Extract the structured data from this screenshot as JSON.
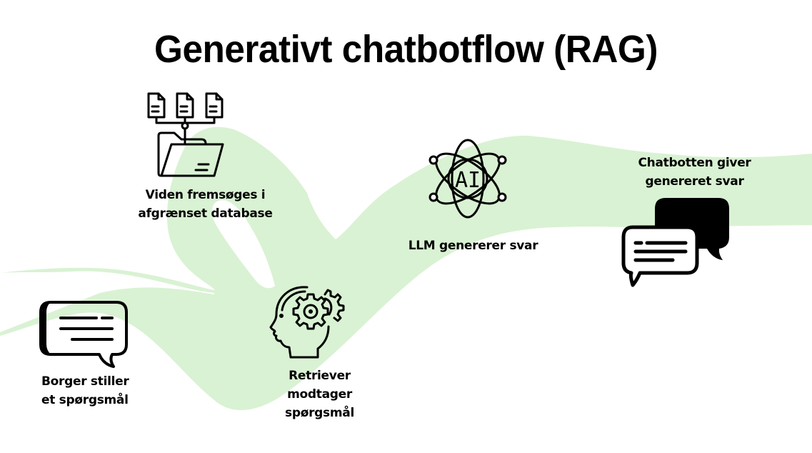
{
  "title": "Generativt chatbotflow (RAG)",
  "colors": {
    "band": "#d9f2d3",
    "ink": "#000000",
    "background": "#ffffff"
  },
  "steps": [
    {
      "id": "borger",
      "icon": "chat-bubble-icon",
      "lines": [
        "Borger stiller",
        "et spørgsmål"
      ]
    },
    {
      "id": "retriever",
      "icon": "head-gears-icon",
      "lines": [
        "Retriever",
        "modtager",
        "spørgsmål"
      ]
    },
    {
      "id": "database",
      "icon": "documents-folder-icon",
      "lines": [
        "Viden fremsøges i",
        "afgrænset database"
      ]
    },
    {
      "id": "llm",
      "icon": "ai-atom-icon",
      "lines": [
        "LLM genererer svar"
      ],
      "icon_text": "AI"
    },
    {
      "id": "chatbot",
      "icon": "two-chat-bubbles-icon",
      "lines": [
        "Chatbotten giver",
        "genereret svar"
      ]
    }
  ]
}
